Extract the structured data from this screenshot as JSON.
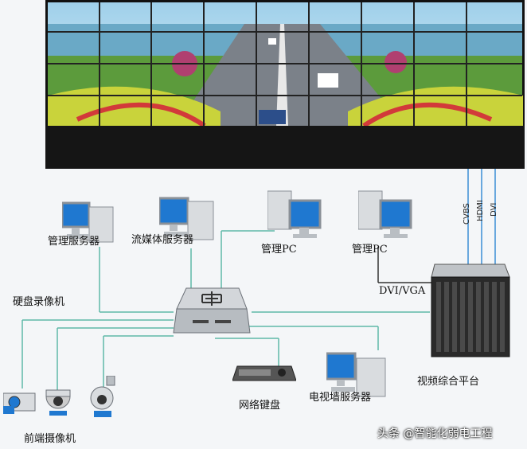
{
  "labels": {
    "admin_server": "管理服务器",
    "stream_server": "流媒体服务器",
    "admin_pc_1": "管理PC",
    "admin_pc_2": "管理PC",
    "dvr": "硬盘录像机",
    "front_camera": "前端摄像机",
    "network_keyboard": "网络键盘",
    "tv_wall_server": "电视墙服务器",
    "platform": "视频综合平台",
    "dvi_vga": "DVI/VGA",
    "cbvs": "CVBS",
    "hdmi": "HDMI",
    "dvi": "DVI"
  },
  "watermark": "头条 @智能化弱电工程",
  "colors": {
    "line": "#5fb8a8",
    "wall_frame": "#1a1a1a",
    "screen_blue": "#1f78d0",
    "device_gray": "#d9dcdf"
  },
  "icons": [
    "video-wall-icon",
    "monitor-icon",
    "computer-tower-icon",
    "network-switch-icon",
    "camera-icon",
    "keyboard-icon",
    "platform-rack-icon"
  ]
}
